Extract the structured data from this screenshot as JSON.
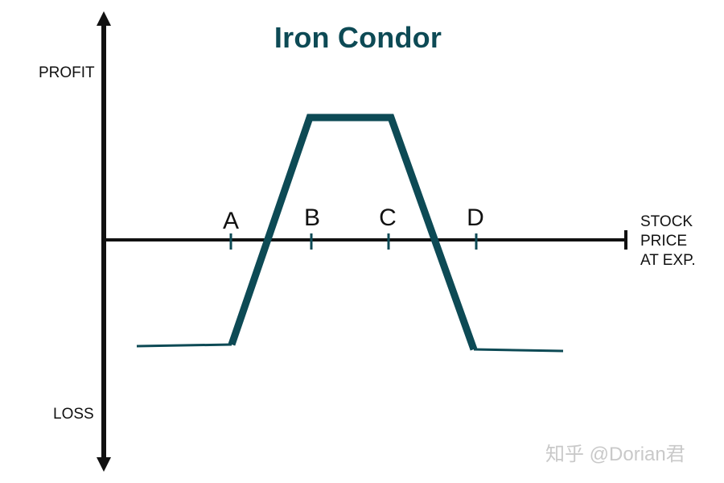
{
  "title": "Iron Condor",
  "y_axis": {
    "top_label": "PROFIT",
    "bottom_label": "LOSS"
  },
  "x_axis": {
    "label_lines": [
      "STOCK",
      "PRICE",
      "AT EXP."
    ]
  },
  "strikes": [
    "A",
    "B",
    "C",
    "D"
  ],
  "watermark": "知乎 @Dorian君",
  "colors": {
    "payoff": "#0d4a55",
    "axis": "#111111",
    "tick": "#0d4a55"
  }
}
